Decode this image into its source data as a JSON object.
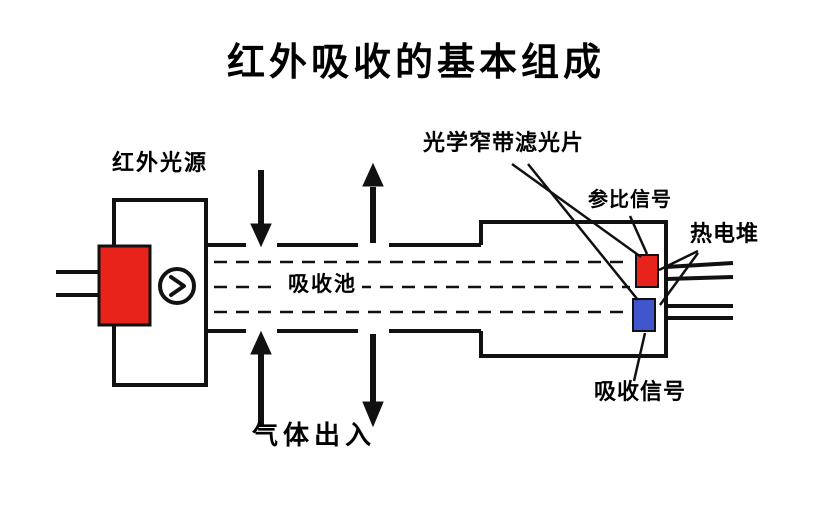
{
  "title": "红外吸收的基本组成",
  "labels": {
    "source": "红外光源",
    "filter": "光学窄带滤光片",
    "reference_signal": "参比信号",
    "thermopile": "热电堆",
    "absorption_cell": "吸收池",
    "gas_inout": "气体出入",
    "absorption_signal": "吸收信号"
  },
  "colors": {
    "stroke": "#111111",
    "background": "#ffffff",
    "emitter": "#e8231b",
    "reference_filter": "#e8231b",
    "absorption_filter": "#4156cc"
  }
}
